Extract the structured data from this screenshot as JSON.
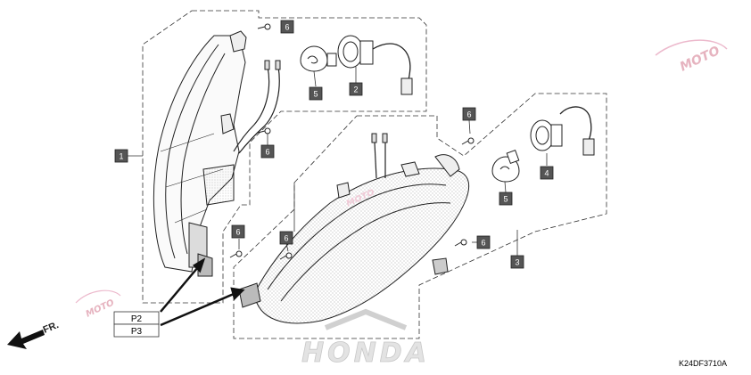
{
  "diagram": {
    "part_code": "K24DF3710A",
    "front_arrow_label": "FR.",
    "position_codes": [
      "P2",
      "P3"
    ],
    "brand_watermark": "HONDA",
    "site_watermark": "MOTO",
    "callouts": {
      "c1": "1",
      "c2": "2",
      "c3": "3",
      "c4": "4",
      "c5a": "5",
      "c5b": "5",
      "c6a": "6",
      "c6b": "6",
      "c6c": "6",
      "c6d": "6",
      "c6e": "6",
      "c6f": "6"
    }
  }
}
